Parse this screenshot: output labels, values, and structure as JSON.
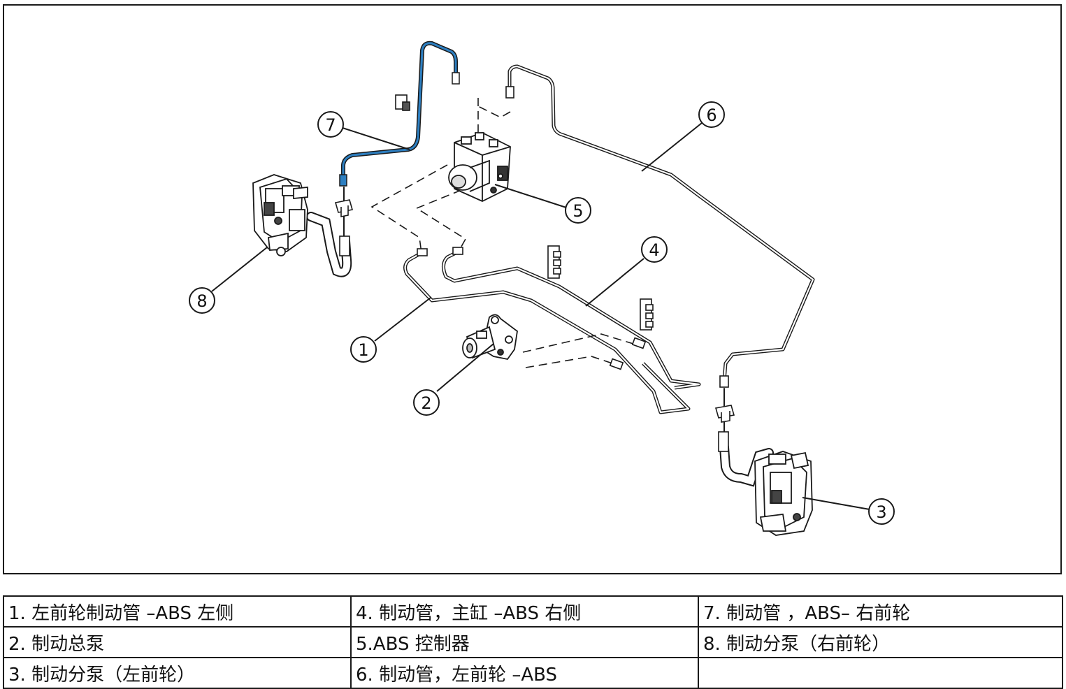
{
  "colors": {
    "highlight_pipe": "#2d7fc1",
    "line": "#1a1a1a"
  },
  "callouts": [
    "1",
    "2",
    "3",
    "4",
    "5",
    "6",
    "7",
    "8"
  ],
  "legend": [
    [
      "1. 左前轮制动管 –ABS 左侧",
      "4. 制动管，主缸 –ABS 右侧",
      "7. 制动管 ，ABS– 右前轮"
    ],
    [
      "2. 制动总泵",
      "5.ABS 控制器",
      "8. 制动分泵（右前轮）"
    ],
    [
      "3. 制动分泵（左前轮）",
      "6. 制动管，左前轮 –ABS",
      ""
    ]
  ]
}
